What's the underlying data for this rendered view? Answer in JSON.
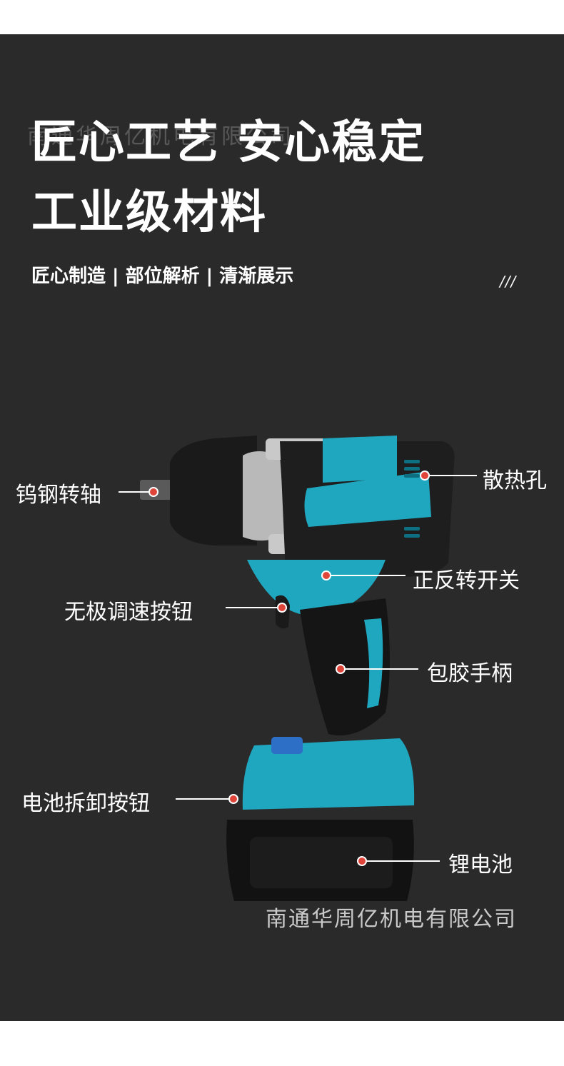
{
  "header": {
    "watermark": "南通华周亿机电有限公司",
    "headline_line1": "匠心工艺 安心稳定",
    "headline_line2": "工业级材料",
    "subtitle": "匠心制造 | 部位解析 | 清渐展示",
    "decor_slashes": "///"
  },
  "callouts": {
    "anvil": "钨钢转轴",
    "vents": "散热孔",
    "direction_switch": "正反转开关",
    "trigger": "无极调速按钮",
    "grip": "包胶手柄",
    "battery_release": "电池拆卸按钮",
    "battery": "锂电池"
  },
  "footer": {
    "watermark": "南通华周亿机电有限公司"
  },
  "colors": {
    "background": "#2a2a2a",
    "accent_teal": "#1fa7bf",
    "marker_red": "#e0453a",
    "body_black": "#111111"
  }
}
